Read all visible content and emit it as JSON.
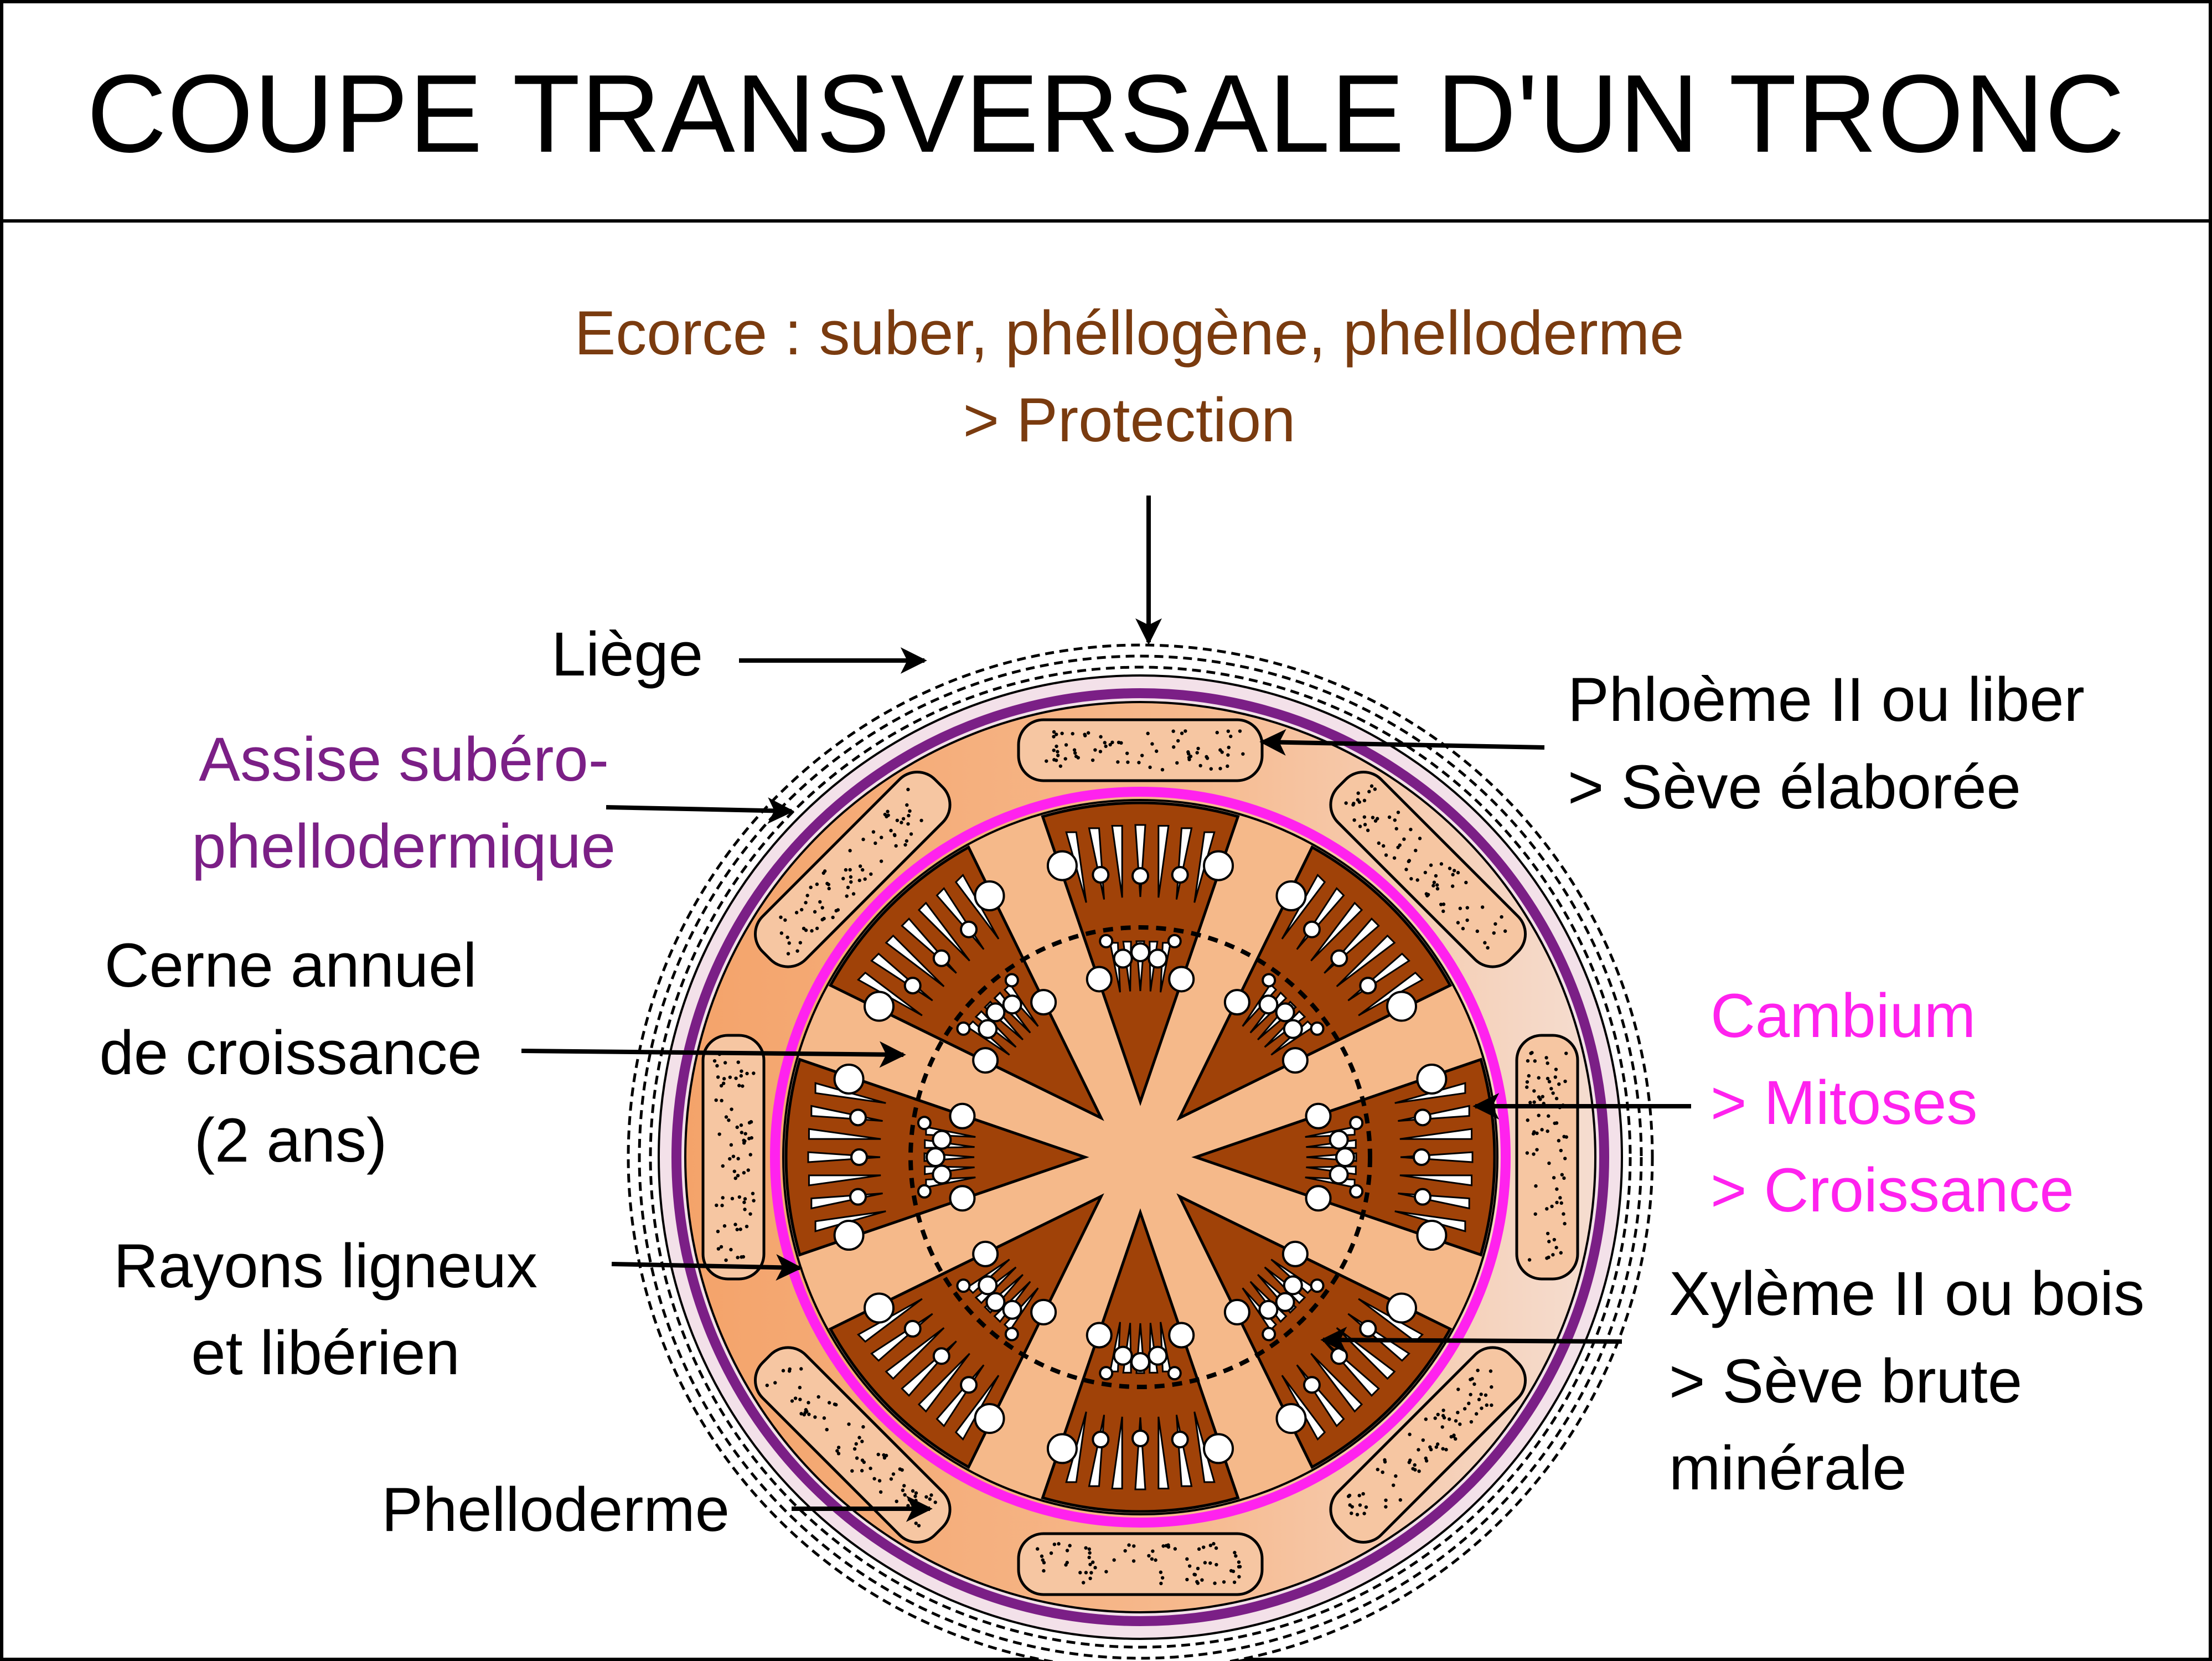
{
  "title": "COUPE TRANSVERSALE D'UN TRONC",
  "colors": {
    "ecorce": "#7a3b0f",
    "assise": "#7b1f86",
    "cambium": "#ff22ee",
    "text": "#000000",
    "xylem": "#a04208",
    "phelloderm": "#f4aa78",
    "phloem": "#f6c6a2",
    "rays": "#f5b98a"
  },
  "labels": {
    "ecorce_line1": "Ecorce : suber, phéllogène, phelloderme",
    "ecorce_line2": "> Protection",
    "liege": "Liège",
    "assise_line1": "Assise subéro-",
    "assise_line2": "phellodermique",
    "cerne_line1": "Cerne annuel",
    "cerne_line2": "de croissance",
    "cerne_line3": "(2 ans)",
    "rayons_line1": "Rayons ligneux",
    "rayons_line2": "et libérien",
    "phelloderme": "Phelloderme",
    "phloeme_line1": "Phloème II ou liber",
    "phloeme_line2": "> Sève élaborée",
    "cambium_line1": "Cambium",
    "cambium_line2": "> Mitoses",
    "cambium_line3": "> Croissance",
    "xyleme_line1": "Xylème II ou bois",
    "xyleme_line2": "> Sève brute",
    "xyleme_line3": "minérale"
  }
}
